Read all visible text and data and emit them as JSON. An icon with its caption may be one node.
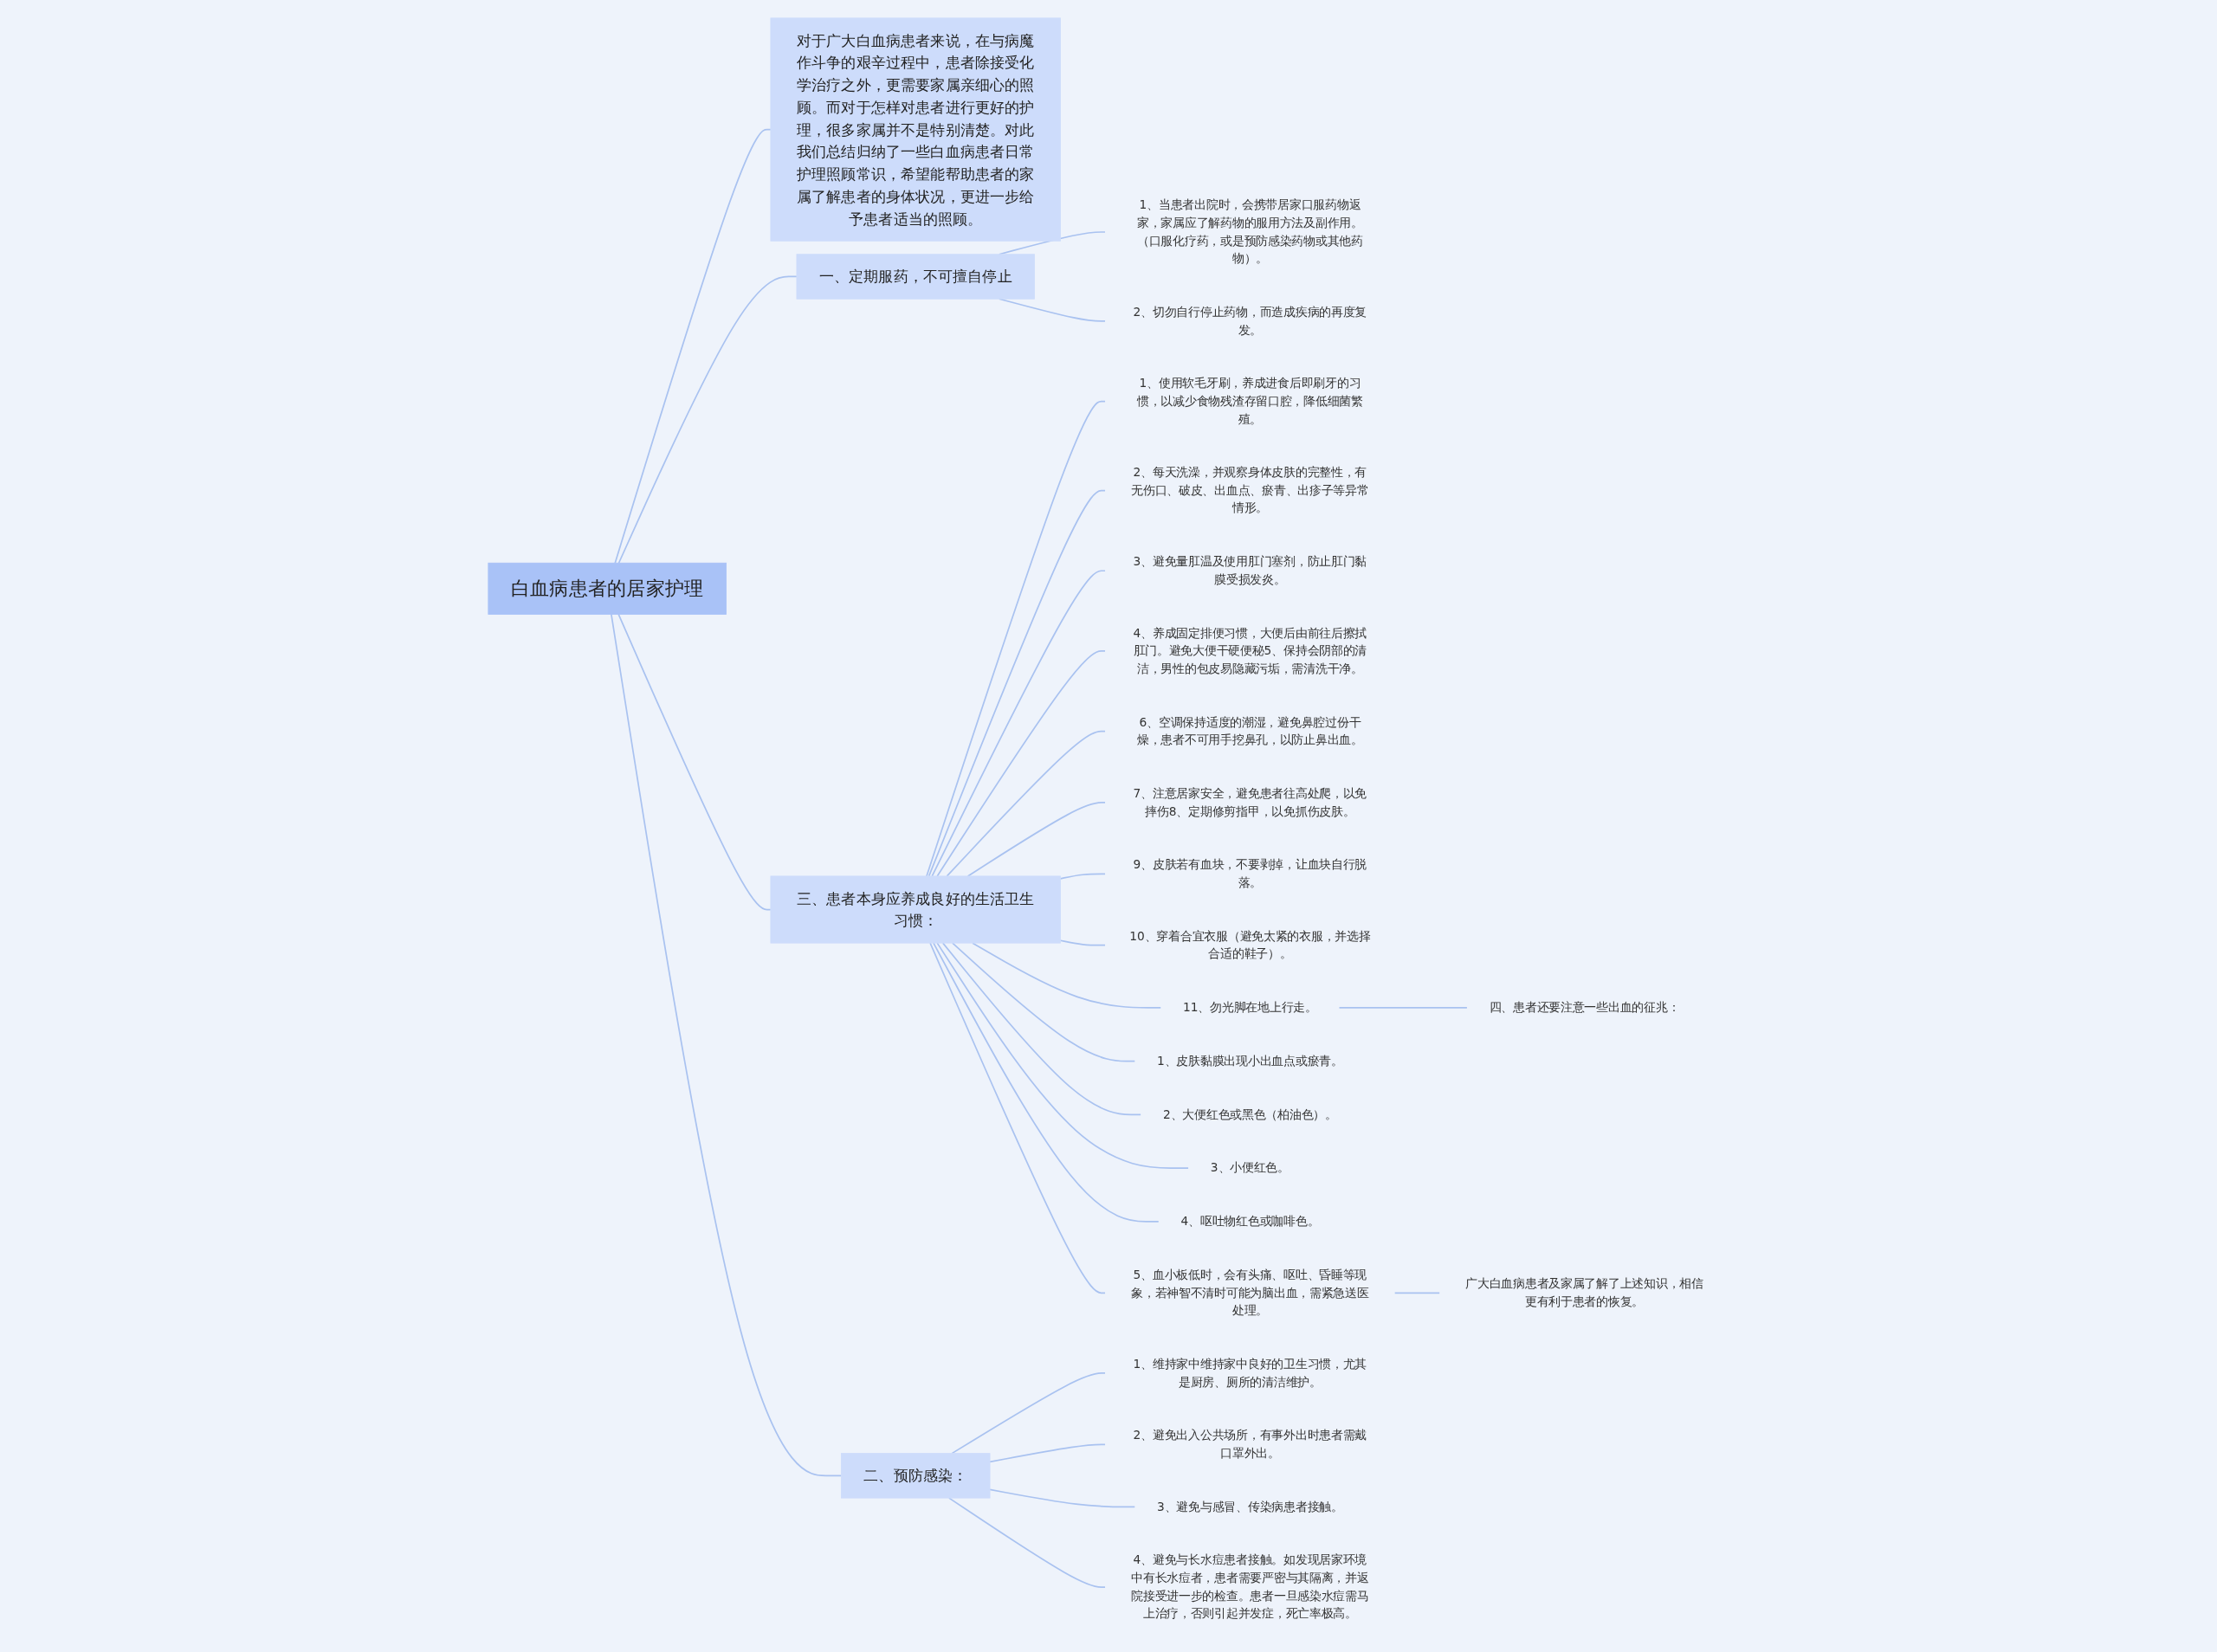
{
  "diagram": {
    "nodes": [
      {
        "text": [
          "白血病患者的居家护理"
        ]
      },
      {
        "text": [
          "一、定期服药，不可擅自停止"
        ]
      },
      {
        "text": [
          "1、当患者出院时，会携带居家口服药物返家，家属应了解药物的服用方法及副作用。（口服化疗药，或是预防感染药物或其他药物）。"
        ]
      },
      {
        "text": [
          "2、切勿自行停止药物，而造成疾病的再度复发。"
        ]
      },
      {
        "text": [
          "三、患者本身应养成良好的生活卫生习惯："
        ]
      },
      {
        "text": [
          "1、使用软毛牙刷，养成进食后即刷牙的习惯，以减少食物残渣存留口腔，降低细菌繁殖。"
        ]
      },
      {
        "text": [
          "2、每天洗澡，并观察身体皮肤的完整性，有无伤口、破皮、出血点、瘀青、出疹子等异常情形。"
        ]
      },
      {
        "text": [
          "3、避免量肛温及使用肛门塞剂，防止肛门黏膜受损发炎。"
        ]
      },
      {
        "text": [
          "4、养成固定排便习惯，大便后由前往后擦拭肛门。避免大便干硬便秘5、保持会阴部的清洁，男性的包皮易隐藏污垢，需清洗干净。"
        ]
      },
      {
        "text": [
          "6、空调保持适度的潮湿，避免鼻腔过份干燥，患者不可用手挖鼻孔，以防止鼻出血。"
        ]
      },
      {
        "text": [
          "7、注意居家安全，避免患者往高处爬，以免摔伤8、定期修剪指甲，以免抓伤皮肤。"
        ]
      },
      {
        "text": [
          "9、皮肤若有血块，不要剥掉，让血块自行脱落。"
        ]
      },
      {
        "text": [
          "10、穿着合宜衣服（避免太紧的衣服，并选择合适的鞋子）。"
        ]
      },
      {
        "text": [
          "11、勿光脚在地上行走。"
        ]
      },
      {
        "text": [
          "四、患者还要注意一些出血的征兆："
        ]
      },
      {
        "text": [
          "1、皮肤黏膜出现小出血点或瘀青。"
        ]
      },
      {
        "text": [
          "2、大便红色或黑色（柏油色）。"
        ]
      },
      {
        "text": [
          "3、小便红色。"
        ]
      },
      {
        "text": [
          "4、呕吐物红色或咖啡色。"
        ]
      },
      {
        "text": [
          "5、血小板低时，会有头痛、呕吐、昏睡等现象，若神智不清时可能为脑出血，需紧急送医处理。"
        ]
      },
      {
        "text": [
          "广大白血病患者及家属了解了上述知识，相信更有利于患者的恢复。"
        ]
      },
      {
        "text": [
          "对于广大白血病患者来说，在与病魔作斗争的艰辛过程中，患者除接受化学治疗之外，更需要家属亲细心的照顾。而对于怎样对患者进行更好的护理，很多家属并不是特别清楚。对此我们总结归纳了一些白血病患者日常护理照顾常识，希望能帮助患者的家属了解患者的身体状况，更进一步给予患者适当的照顾。"
        ]
      },
      {
        "text": [
          "二、预防感染："
        ]
      },
      {
        "text": [
          "1、维持家中维持家中良好的卫生习惯，尤其是厨房、厕所的清洁维护。"
        ]
      },
      {
        "text": [
          "2、避免出入公共场所，有事外出时患者需戴口罩外出。"
        ]
      },
      {
        "text": [
          "3、避免与感冒、传染病患者接触。"
        ]
      },
      {
        "text": [
          "4、避免与长水痘患者接触。如发现居家环境中有长水痘者，患者需要严密与其隔离，并返院接受进一步的检查。患者一旦感染水痘需马上治疗，否则引起并发症，死亡率极高。"
        ]
      }
    ],
    "edges": [
      {
        "from": 0,
        "to": 1,
        "arrow": "none"
      },
      {
        "from": 1,
        "to": 2,
        "arrow": "none"
      },
      {
        "from": 1,
        "to": 3,
        "arrow": "none"
      },
      {
        "from": 0,
        "to": 4,
        "arrow": "none"
      },
      {
        "from": 4,
        "to": 5,
        "arrow": "none"
      },
      {
        "from": 4,
        "to": 6,
        "arrow": "none"
      },
      {
        "from": 4,
        "to": 7,
        "arrow": "none"
      },
      {
        "from": 4,
        "to": 8,
        "arrow": "none"
      },
      {
        "from": 4,
        "to": 9,
        "arrow": "none"
      },
      {
        "from": 4,
        "to": 10,
        "arrow": "none"
      },
      {
        "from": 4,
        "to": 11,
        "arrow": "none"
      },
      {
        "from": 4,
        "to": 12,
        "arrow": "none"
      },
      {
        "from": 4,
        "to": 13,
        "arrow": "none"
      },
      {
        "from": 13,
        "to": 14,
        "arrow": "none"
      },
      {
        "from": 4,
        "to": 15,
        "arrow": "none"
      },
      {
        "from": 4,
        "to": 16,
        "arrow": "none"
      },
      {
        "from": 4,
        "to": 17,
        "arrow": "none"
      },
      {
        "from": 4,
        "to": 18,
        "arrow": "none"
      },
      {
        "from": 4,
        "to": 19,
        "arrow": "none"
      },
      {
        "from": 19,
        "to": 20,
        "arrow": "none"
      },
      {
        "from": 0,
        "to": 21,
        "arrow": "none"
      },
      {
        "from": 0,
        "to": 22,
        "arrow": "none"
      },
      {
        "from": 22,
        "to": 23,
        "arrow": "none"
      },
      {
        "from": 22,
        "to": 24,
        "arrow": "none"
      },
      {
        "from": 22,
        "to": 25,
        "arrow": "none"
      },
      {
        "from": 22,
        "to": 26,
        "arrow": "none"
      }
    ]
  }
}
